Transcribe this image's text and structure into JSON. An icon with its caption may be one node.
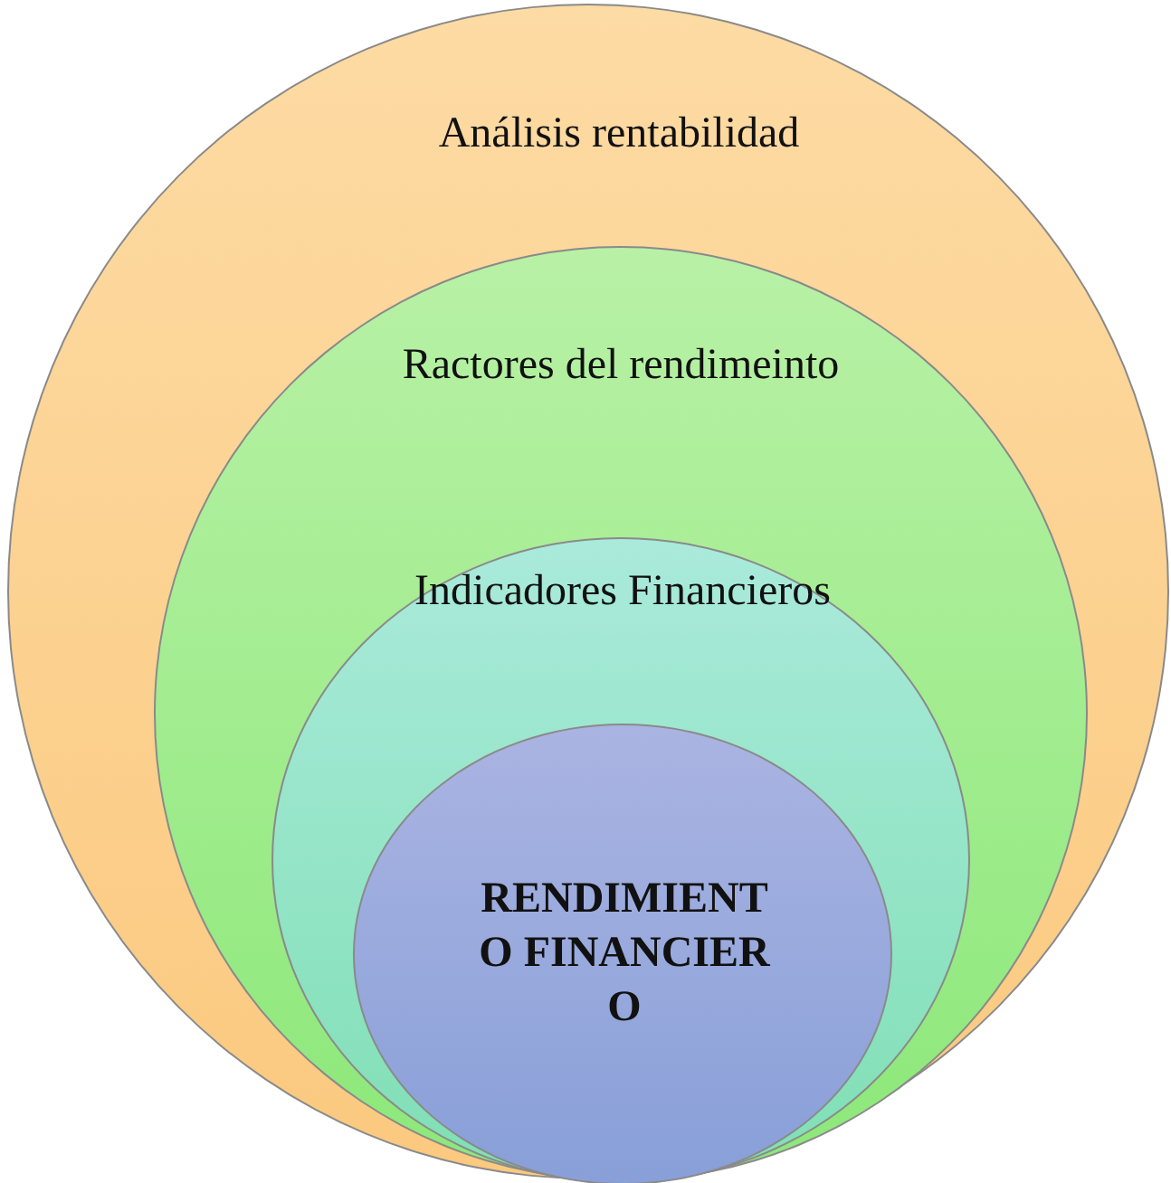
{
  "diagram": {
    "nodes": [
      {
        "text": [
          "Análisis rentabilidad"
        ]
      },
      {
        "text": [
          "Ractores del rendimeinto"
        ],
        "in": 0
      },
      {
        "text": [
          "Indicadores Financieros"
        ],
        "in": 1
      },
      {
        "text": [
          "RENDIMIENTO FINANCIERO"
        ],
        "in": 2
      }
    ]
  }
}
